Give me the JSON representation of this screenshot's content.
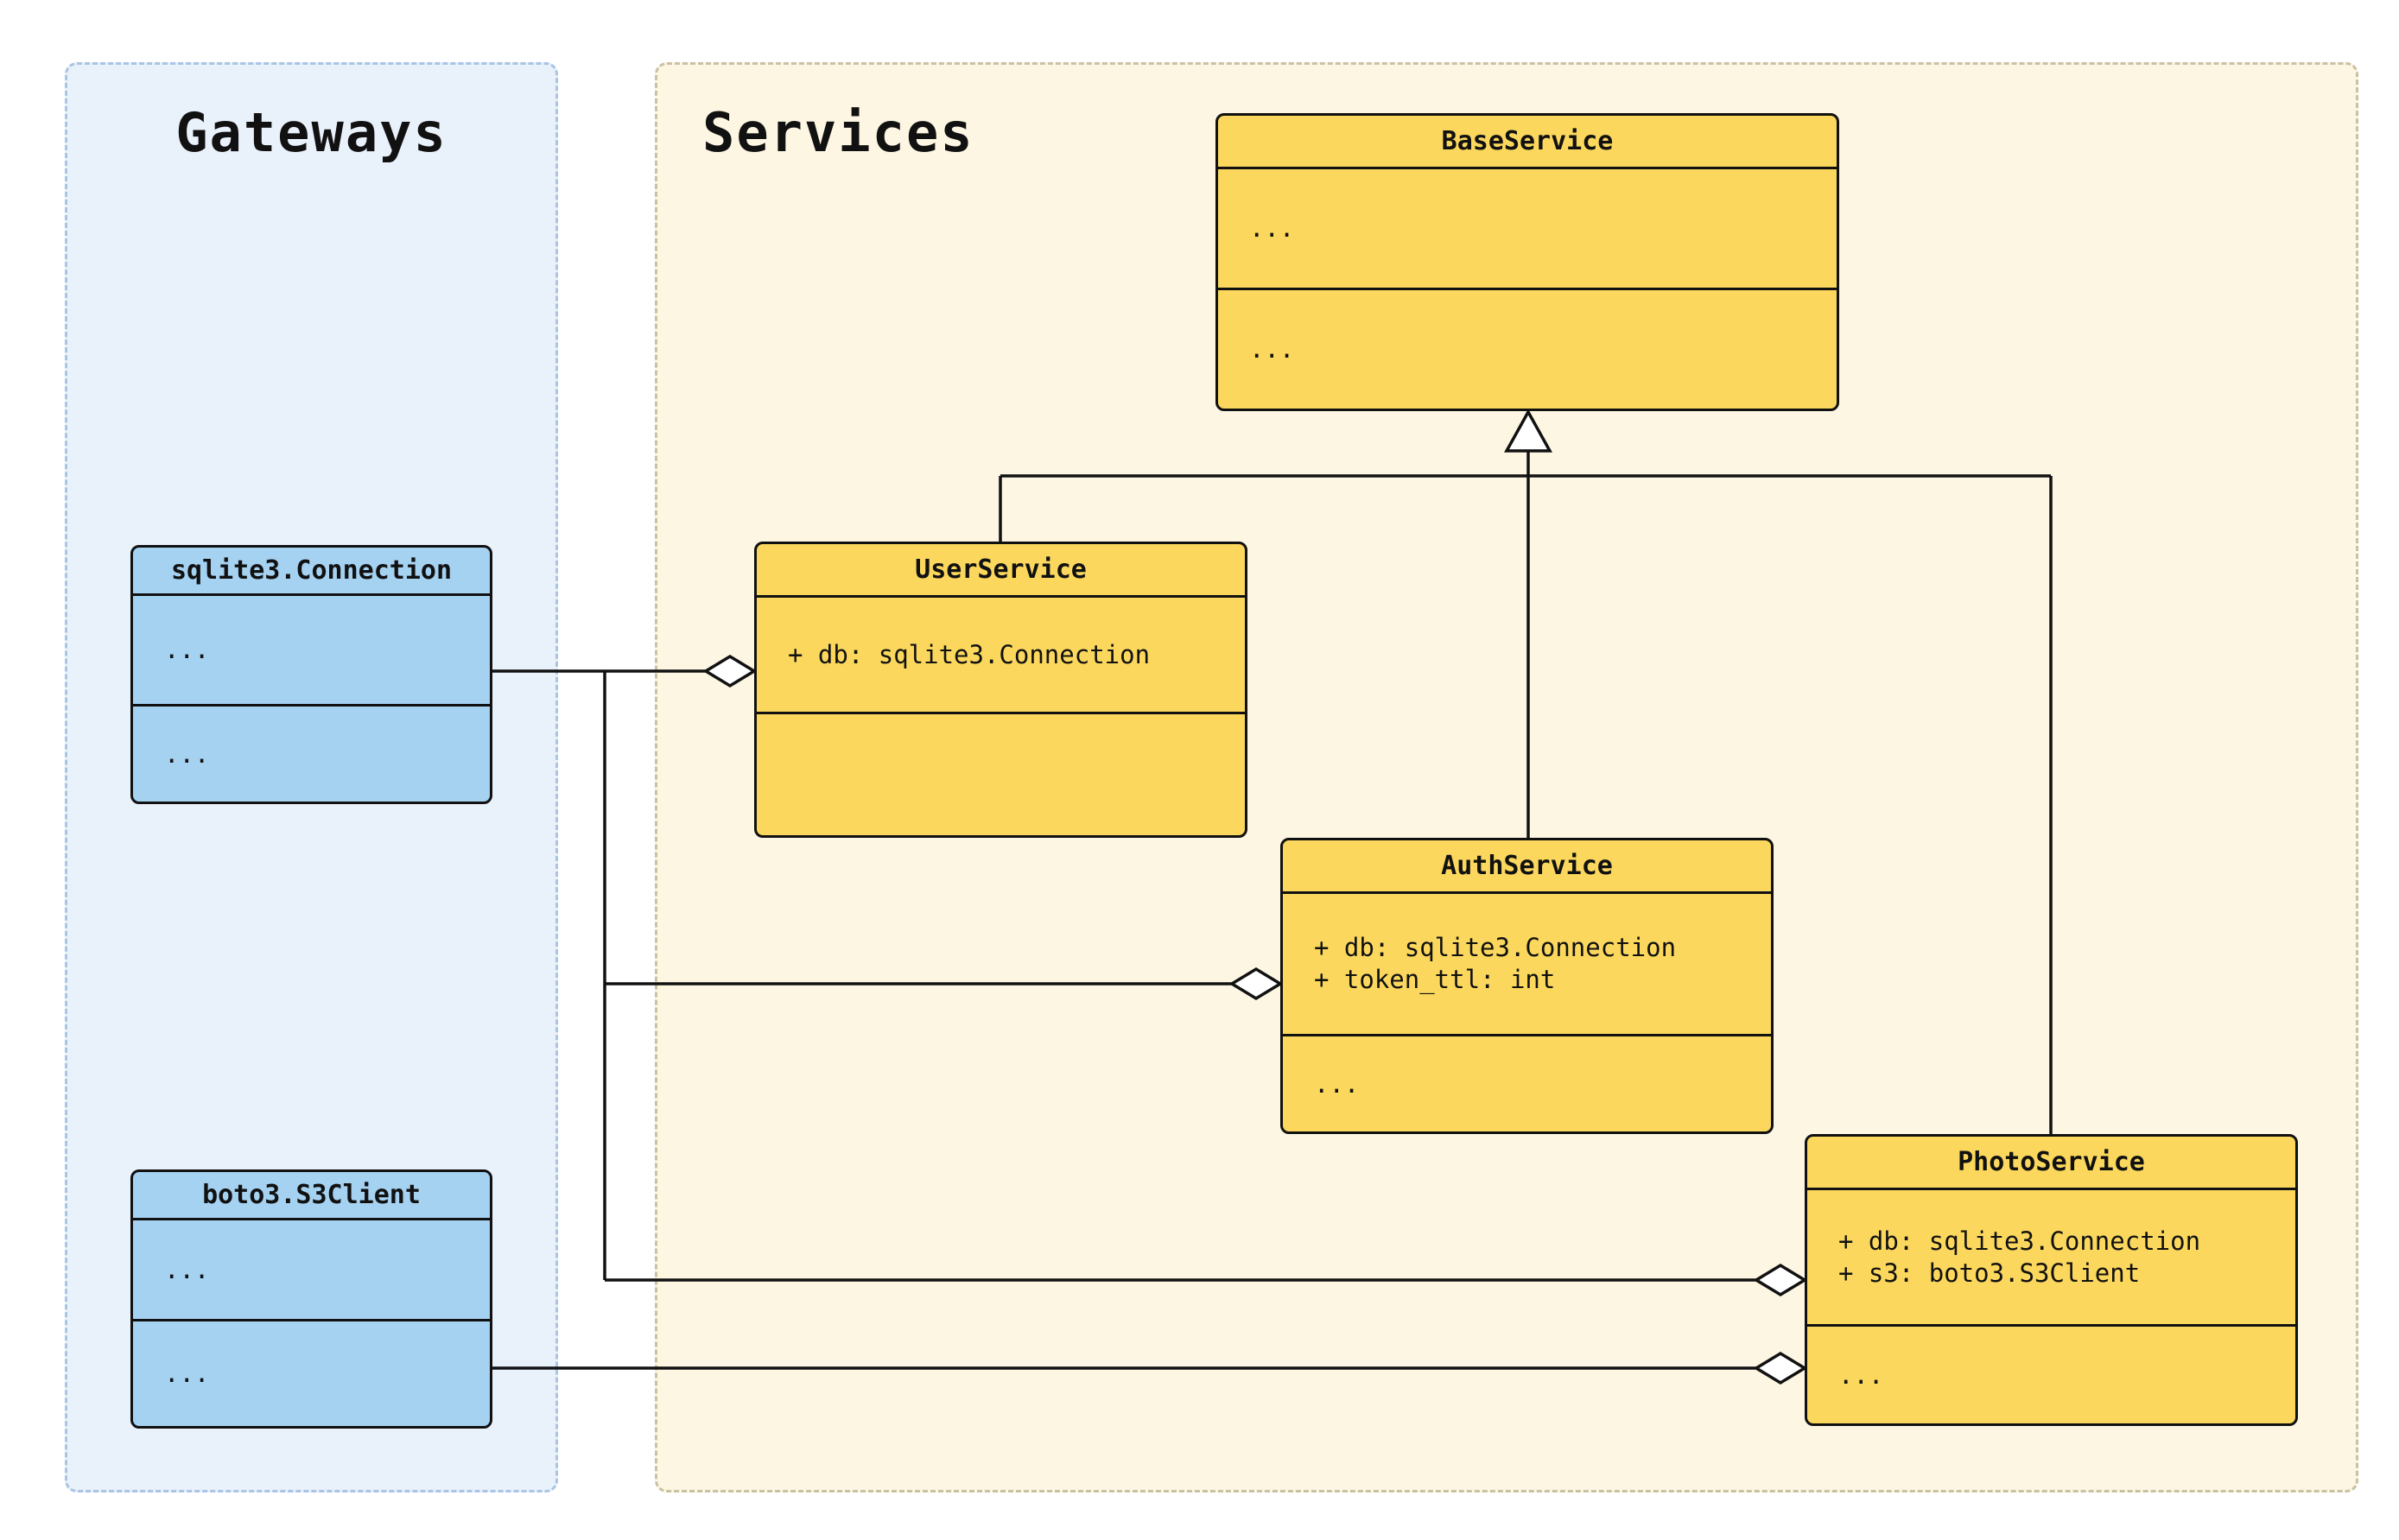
{
  "groups": {
    "gateways": {
      "title": "Gateways"
    },
    "services": {
      "title": "Services"
    }
  },
  "classes": {
    "base_service": {
      "title": "BaseService",
      "attributes": [
        "..."
      ],
      "methods": [
        "..."
      ]
    },
    "user_service": {
      "title": "UserService",
      "attributes": [
        "+ db: sqlite3.Connection"
      ],
      "methods": []
    },
    "auth_service": {
      "title": "AuthService",
      "attributes": [
        "+ db: sqlite3.Connection",
        "+ token_ttl: int"
      ],
      "methods": [
        "..."
      ]
    },
    "photo_service": {
      "title": "PhotoService",
      "attributes": [
        "+ db: sqlite3.Connection",
        "+ s3: boto3.S3Client"
      ],
      "methods": [
        "..."
      ]
    },
    "sqlite3_connection": {
      "title": "sqlite3.Connection",
      "attributes": [
        "..."
      ],
      "methods": [
        "..."
      ]
    },
    "boto3_s3client": {
      "title": "boto3.S3Client",
      "attributes": [
        "..."
      ],
      "methods": [
        "..."
      ]
    }
  },
  "relationships": {
    "inheritance": [
      {
        "child": "UserService",
        "parent": "BaseService"
      },
      {
        "child": "AuthService",
        "parent": "BaseService"
      },
      {
        "child": "PhotoService",
        "parent": "BaseService"
      }
    ],
    "aggregations": [
      {
        "part": "sqlite3.Connection",
        "whole": "UserService"
      },
      {
        "part": "sqlite3.Connection",
        "whole": "AuthService"
      },
      {
        "part": "sqlite3.Connection",
        "whole": "PhotoService"
      },
      {
        "part": "boto3.S3Client",
        "whole": "PhotoService"
      }
    ]
  },
  "colors": {
    "service_fill": "#FBD85D",
    "gateway_fill": "#A6D2F2",
    "services_panel_bg": "#FDF6E3",
    "gateways_panel_bg": "#E9F1FB",
    "line": "#111111"
  }
}
